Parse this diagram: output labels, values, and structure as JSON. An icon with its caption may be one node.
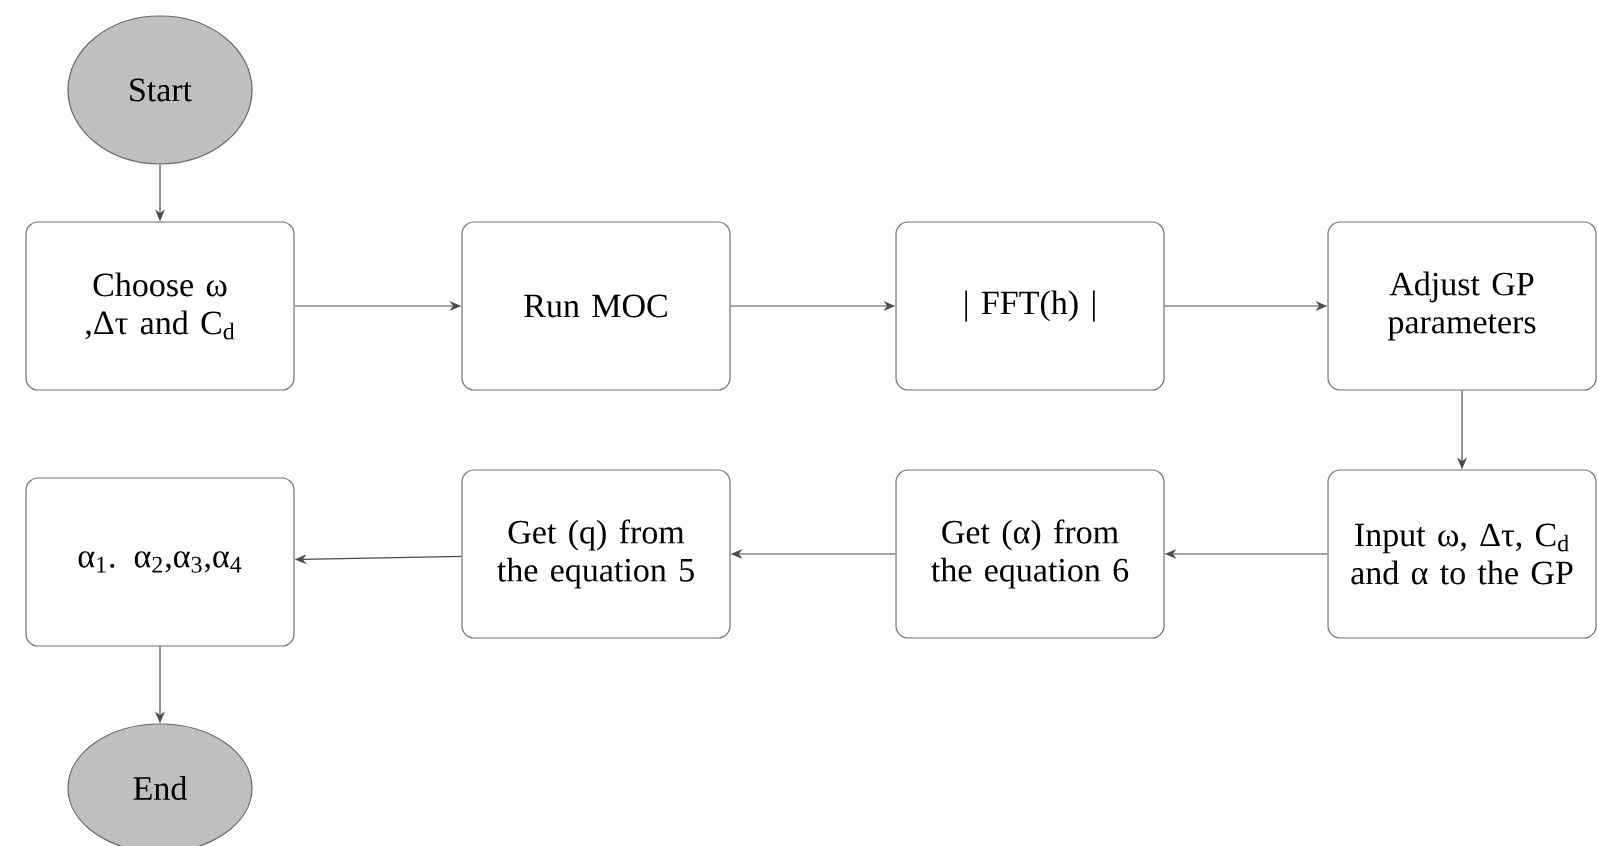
{
  "diagram": {
    "nodes": [
      {
        "text": [
          "Start"
        ]
      },
      {
        "text": [
          "Choose ω ,Δτ and C$_{d}$"
        ]
      },
      {
        "text": [
          "Run MOC"
        ]
      },
      {
        "text": [
          "| FFT(h) |"
        ]
      },
      {
        "text": [
          "Adjust GP parameters"
        ]
      },
      {
        "text": [
          "Input ω, Δτ, C$_{d}$ and α to the GP"
        ]
      },
      {
        "text": [
          "Get (α) from the equation 6"
        ]
      },
      {
        "text": [
          "Get (q) from the equation 5"
        ]
      },
      {
        "text": [
          "α$_{1}$. α$_{2}$,α$_{3}$,α$_{4}$"
        ]
      },
      {
        "text": [
          "End"
        ]
      }
    ],
    "edges": [
      {
        "from": 0,
        "to": 1,
        "arrow": "to"
      },
      {
        "from": 1,
        "to": 2,
        "arrow": "to"
      },
      {
        "from": 2,
        "to": 3,
        "arrow": "to"
      },
      {
        "from": 3,
        "to": 4,
        "arrow": "to"
      },
      {
        "from": 4,
        "to": 5,
        "arrow": "to"
      },
      {
        "from": 5,
        "to": 6,
        "arrow": "to"
      },
      {
        "from": 6,
        "to": 7,
        "arrow": "to"
      },
      {
        "from": 7,
        "to": 8,
        "arrow": "to"
      },
      {
        "from": 8,
        "to": 9,
        "arrow": "to"
      }
    ]
  }
}
